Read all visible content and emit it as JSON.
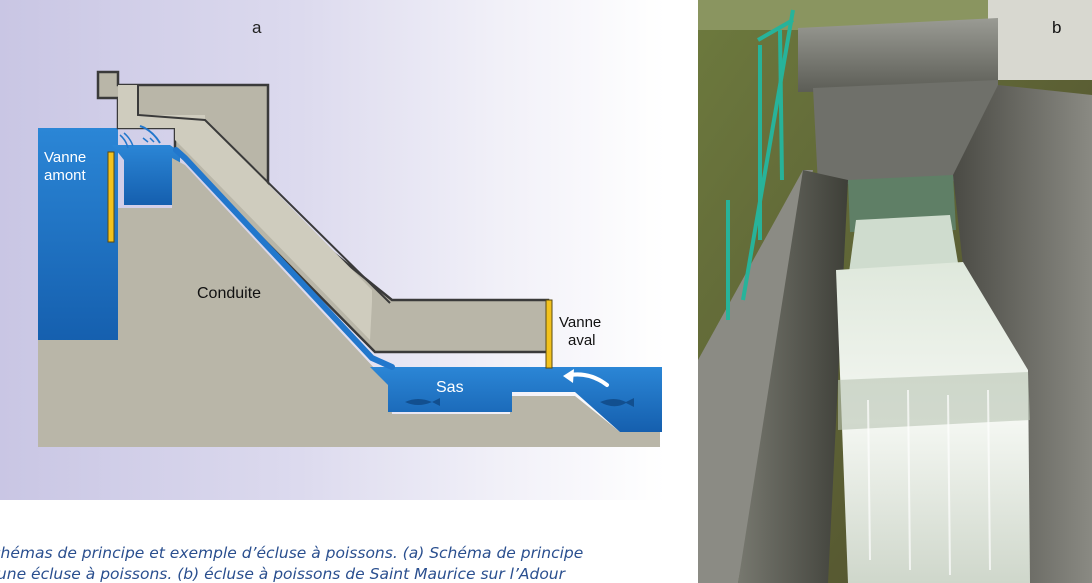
{
  "panel_a": {
    "letter": "a",
    "labels": {
      "vanne_amont_line1": "Vanne",
      "vanne_amont_line2": "amont",
      "conduite": "Conduite",
      "vanne_aval_line1": "Vanne",
      "vanne_aval_line2": "aval",
      "sas": "Sas"
    }
  },
  "panel_b": {
    "letter": "b"
  },
  "caption": {
    "line1": "chémas de principe et exemple d’écluse à poissons. (a) Schéma de principe",
    "line2": "’une écluse à poissons. (b) écluse à poissons de Saint Maurice sur l’Adour"
  },
  "colors": {
    "structure": "#b9b6a8",
    "structure_stroke": "#3a3a3a",
    "water": "#1f72c4",
    "gate": "#f2c21e",
    "caption": "#2a4f8f"
  }
}
